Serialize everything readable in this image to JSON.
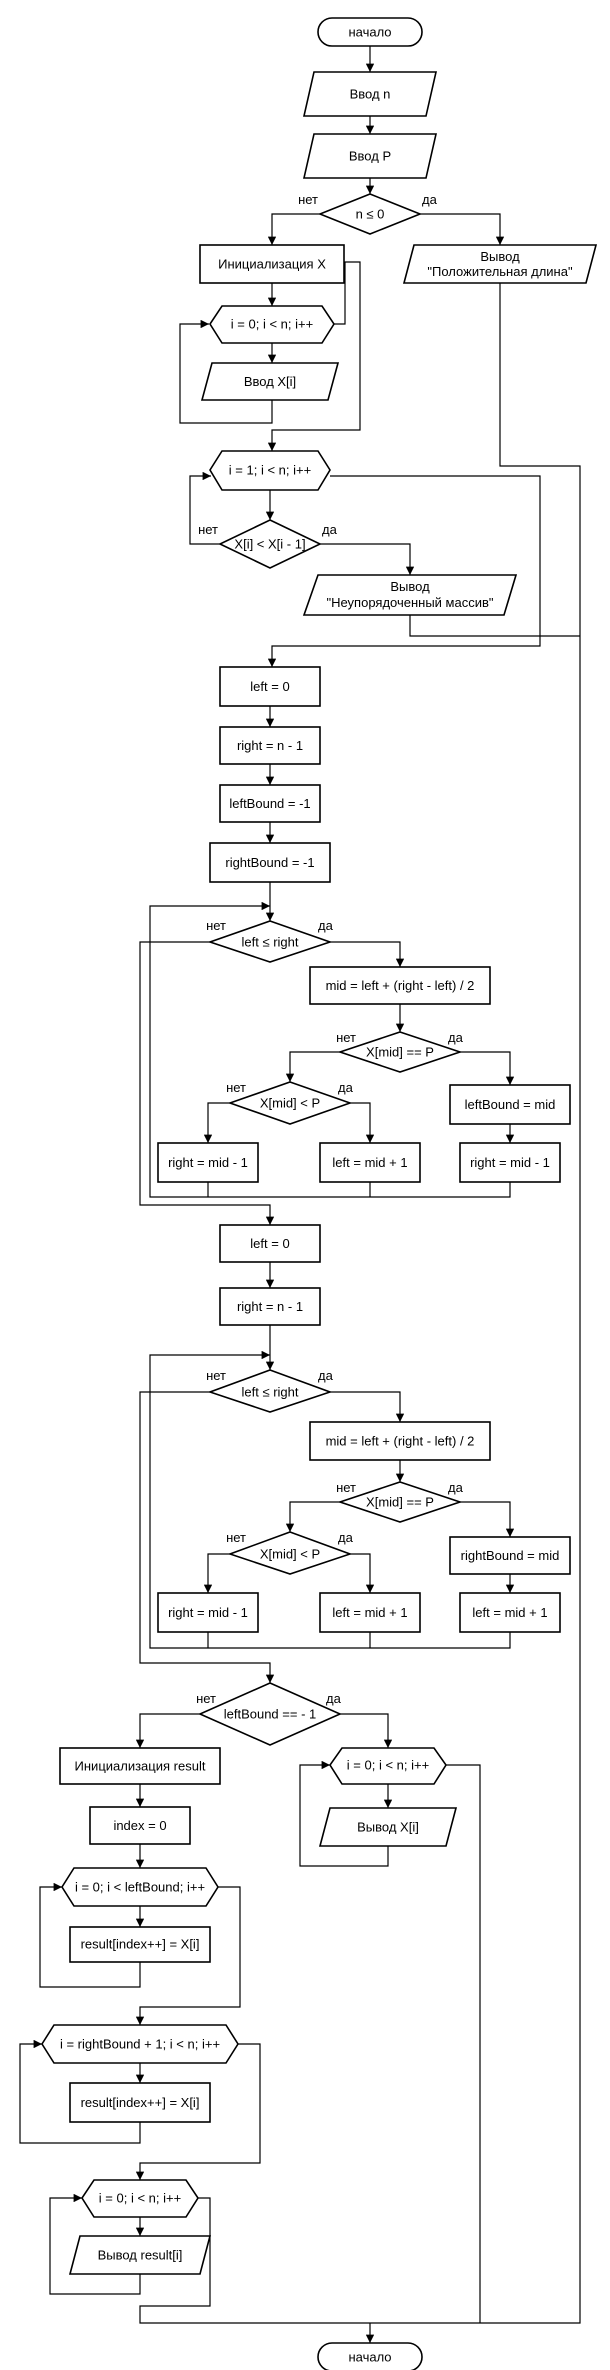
{
  "flowchart": {
    "blocks": {
      "start": "начало",
      "input_n": "Ввод n",
      "input_p": "Ввод P",
      "check_n": "n ≤ 0",
      "init_x": "Инициализация X",
      "print_positive": [
        "Вывод",
        "\"Положительная длина\""
      ],
      "loop_read": "i = 0; i < n; i++",
      "read_xi": "Ввод X[i]",
      "loop_check": "i = 1; i < n; i++",
      "check_order": "X[i] < X[i - 1]",
      "print_unsorted": [
        "Вывод",
        "\"Неупорядоченный массив\""
      ],
      "left0_a": "left = 0",
      "right_a": "right = n - 1",
      "left_bound_init": "leftBound = -1",
      "right_bound_init": "rightBound = -1",
      "while_a": "left ≤ right",
      "mid_a": "mid = left + (right - left) / 2",
      "eq_a": "X[mid] == P",
      "lt_a": "X[mid] < P",
      "left_bound_set": "leftBound = mid",
      "right_mid_a1": "right = mid - 1",
      "left_mid_a": "left = mid + 1",
      "right_mid_a2": "right = mid - 1",
      "left0_b": "left = 0",
      "right_b": "right = n - 1",
      "while_b": "left ≤ right",
      "mid_b": "mid = left + (right - left) / 2",
      "eq_b": "X[mid] == P",
      "lt_b": "X[mid] < P",
      "right_bound_set": "rightBound = mid",
      "right_mid_b": "right = mid - 1",
      "left_mid_b1": "left = mid + 1",
      "left_mid_b2": "left = mid + 1",
      "check_found": "leftBound == - 1",
      "init_result": "Инициализация result",
      "index0": "index = 0",
      "loop_copy1": "i = 0; i < leftBound; i++",
      "copy1": "result[index++] = X[i]",
      "loop_copy2": "i = rightBound + 1; i < n; i++",
      "copy2": "result[index++] = X[i]",
      "loop_out_result": "i = 0; i < n; i++",
      "out_result": "Вывод result[i]",
      "loop_out_x": "i = 0; i < n; i++",
      "out_x": "Вывод X[i]",
      "end": "начало"
    },
    "branch_labels": {
      "yes": "да",
      "no": "нет"
    }
  }
}
